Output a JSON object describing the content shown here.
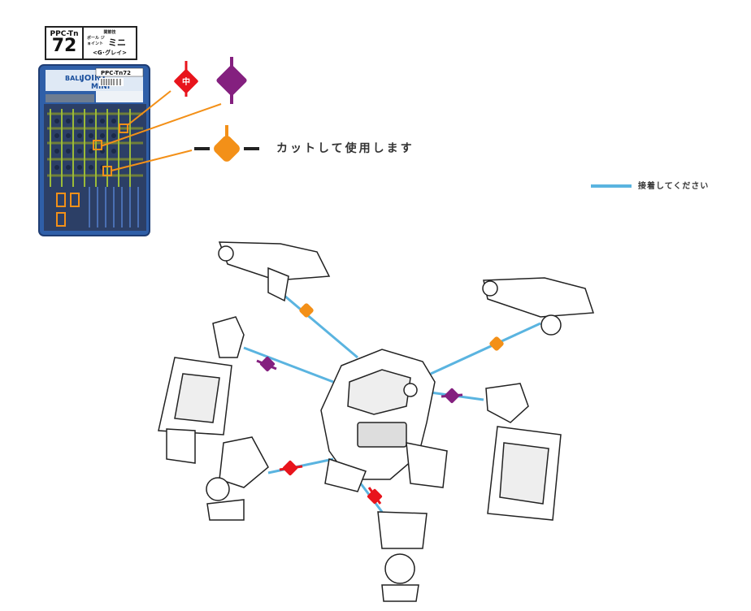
{
  "product_tag": {
    "code": "PPC-Tn",
    "number": "72",
    "category": "関節技",
    "name_small": "ボール ジョイント",
    "name_large": "ミニ",
    "color_variant": "<G･グレイ>"
  },
  "package": {
    "code": "PPC-Tn72",
    "title_line1": "JOINT",
    "title_line2": "MINI",
    "ball_label": "BALL"
  },
  "joint_marker": {
    "label": "中"
  },
  "cut_instruction": "カットして使用します",
  "legend": {
    "glue_label": "接着してください"
  },
  "colors": {
    "red_joint": "#e8141c",
    "purple_joint": "#84207f",
    "orange_joint": "#f39018",
    "glue_line": "#5ab4e0",
    "callout_line": "#f39018"
  }
}
